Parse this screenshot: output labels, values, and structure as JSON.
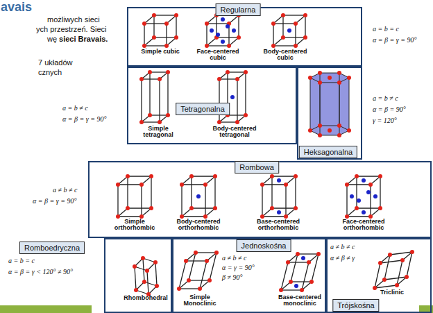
{
  "diagram": {
    "title": "avais",
    "nodes": [
      {
        "text": [
          "Regularna"
        ]
      },
      {
        "text": [
          "Tetragonalna"
        ]
      },
      {
        "text": [
          "Heksagonalna"
        ]
      },
      {
        "text": [
          "Rombowa"
        ]
      },
      {
        "text": [
          "Romboedryczna"
        ]
      },
      {
        "text": [
          "Jednoskośna"
        ]
      },
      {
        "text": [
          "Trójskośna"
        ]
      }
    ],
    "labels": [
      "możliwych sieci",
      "ych przestrzeń. Sieci",
      "wę",
      "sieci Bravais.",
      "7 układów",
      "cznych",
      "Simple cubic",
      "Face-centered cubic",
      "Body-centered cubic",
      "a = b = c",
      "α = β = γ = 90°",
      "a = b ≠ c",
      "α = β = γ = 90°",
      "Simple tetragonal",
      "Body-centered tetragonal",
      "a = b ≠ c",
      "α = β = 90°",
      "γ = 120°",
      "a ≠ b ≠ c",
      "α = β = γ = 90°",
      "Simple orthorhombic",
      "Body-centered orthorhombic",
      "Base-centered orthorhombic",
      "Face-centered orthorhombic",
      "a = b = c",
      "α = β = γ < 120° ≠ 90°",
      "Rhombohedral",
      "a ≠ b ≠ c",
      "α = γ = 90°",
      "β ≠ 90°",
      "Simple Monoclinic",
      "Base-centered monoclinic",
      "a ≠ b ≠ c",
      "α ≠ β ≠ γ",
      "Triclinic"
    ]
  }
}
